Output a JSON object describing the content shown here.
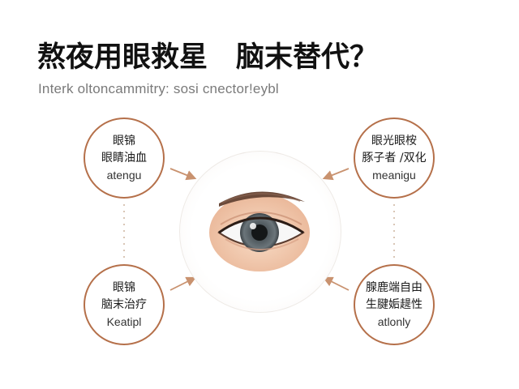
{
  "title": "熬夜用眼救星　脑末替代？",
  "subtitle": "Interk oltoncammitry: sosi cnector!eybl",
  "colors": {
    "accent": "#b5704a",
    "arrow": "#c9926f",
    "connector": "#d9c6b6"
  },
  "icons": {
    "center": "eye-icon"
  },
  "nodes": [
    {
      "id": "top-left",
      "line1": "眼锦",
      "line2": "眼睛油血",
      "line3": "atengu"
    },
    {
      "id": "top-right",
      "line1": "眼光眼桉",
      "line2": "豚子者 /双化",
      "line3": "meanigu"
    },
    {
      "id": "bottom-left",
      "line1": "眼锦",
      "line2": "脑末治疗",
      "line3": "Keatipl"
    },
    {
      "id": "bottom-right",
      "line1": "腺鹿端自由",
      "line2": "生腱姤趧性",
      "line3": "atlonly"
    }
  ]
}
